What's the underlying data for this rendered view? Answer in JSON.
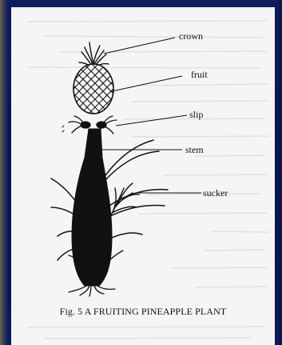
{
  "labels": {
    "crown": "crown",
    "fruit": "fruit",
    "slip": "slip",
    "stem": "stem",
    "sucker": "sucker"
  },
  "caption": "Fig. 5 A FRUITING PINEAPPLE PLANT",
  "colors": {
    "background": "#0c1c5c",
    "paper": "#f4f5f4",
    "ink": "#111111"
  }
}
